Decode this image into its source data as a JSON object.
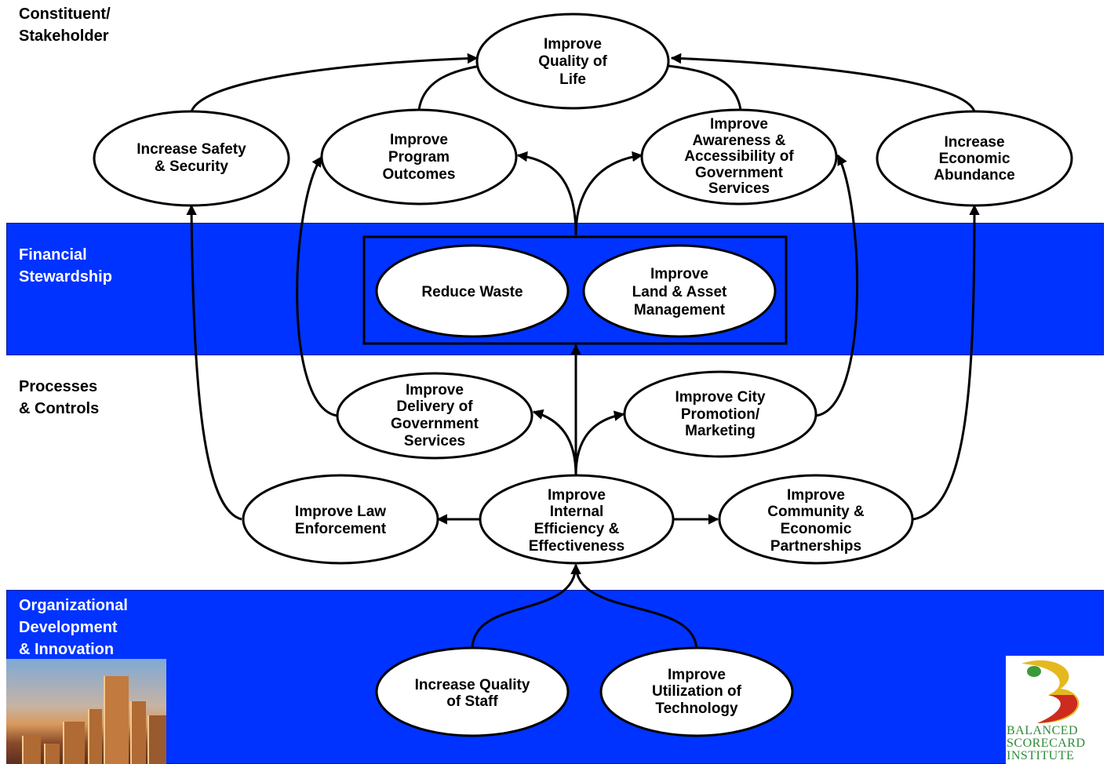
{
  "sections": {
    "constituent": "Constituent/\nStakeholder",
    "financial": "Financial\nStewardship",
    "processes": "Processes\n& Controls",
    "organizational": "Organizational\nDevelopment\n& Innovation"
  },
  "nodes": {
    "quality_of_life": [
      "Improve",
      "Quality of",
      "Life"
    ],
    "safety_security": [
      "Increase Safety",
      "& Security"
    ],
    "program_outcomes": [
      "Improve",
      "Program",
      "Outcomes"
    ],
    "awareness_accessibility": [
      "Improve",
      "Awareness &",
      "Accessibility of",
      "Government",
      "Services"
    ],
    "economic_abundance": [
      "Increase",
      "Economic",
      "Abundance"
    ],
    "reduce_waste": [
      "Reduce Waste"
    ],
    "land_asset": [
      "Improve",
      "Land & Asset",
      "Management"
    ],
    "delivery_services": [
      "Improve",
      "Delivery of",
      "Government",
      "Services"
    ],
    "city_promotion": [
      "Improve City",
      "Promotion/",
      "Marketing"
    ],
    "law_enforcement": [
      "Improve Law",
      "Enforcement"
    ],
    "internal_efficiency": [
      "Improve",
      "Internal",
      "Efficiency &",
      "Effectiveness"
    ],
    "community_partnerships": [
      "Improve",
      "Community &",
      "Economic",
      "Partnerships"
    ],
    "quality_staff": [
      "Increase Quality",
      "of Staff"
    ],
    "utilization_technology": [
      "Improve",
      "Utilization of",
      "Technology"
    ]
  },
  "logo": {
    "line1": "BALANCED",
    "line2": "SCORECARD",
    "line3": "INSTITUTE"
  },
  "colors": {
    "band": "#0033ff",
    "logo_green": "#2e8b3a"
  }
}
